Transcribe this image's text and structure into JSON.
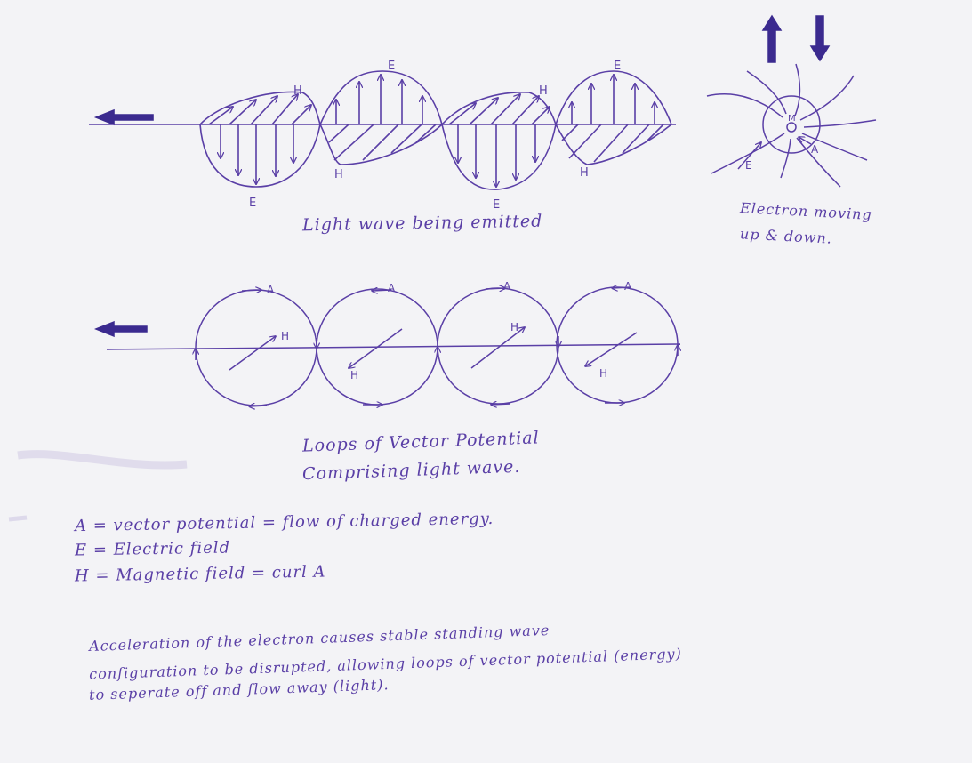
{
  "wave_diagram": {
    "caption": "Light wave being emitted",
    "field_labels": {
      "E": "E",
      "H": "H"
    }
  },
  "electron_diagram": {
    "caption_line1": "Electron moving",
    "caption_line2": "up & down.",
    "labels": {
      "M": "M",
      "A": "A",
      "E": "E"
    }
  },
  "loops_diagram": {
    "caption_line1": "Loops of Vector Potential",
    "caption_line2": "Comprising light wave.",
    "labels": {
      "A": "A",
      "H": "H"
    }
  },
  "legend": [
    "A = vector potential = flow of charged energy.",
    "E = Electric field",
    "H = Magnetic field = curl A"
  ],
  "explanation": [
    "Acceleration of the electron causes stable standing wave",
    "configuration to be disrupted, allowing loops of vector potential (energy)",
    "to seperate off and flow away (light)."
  ],
  "colors": {
    "ink": "#5a3fa6",
    "arrow_fill": "#3b2a8f",
    "paper": "#f3f3f6"
  }
}
